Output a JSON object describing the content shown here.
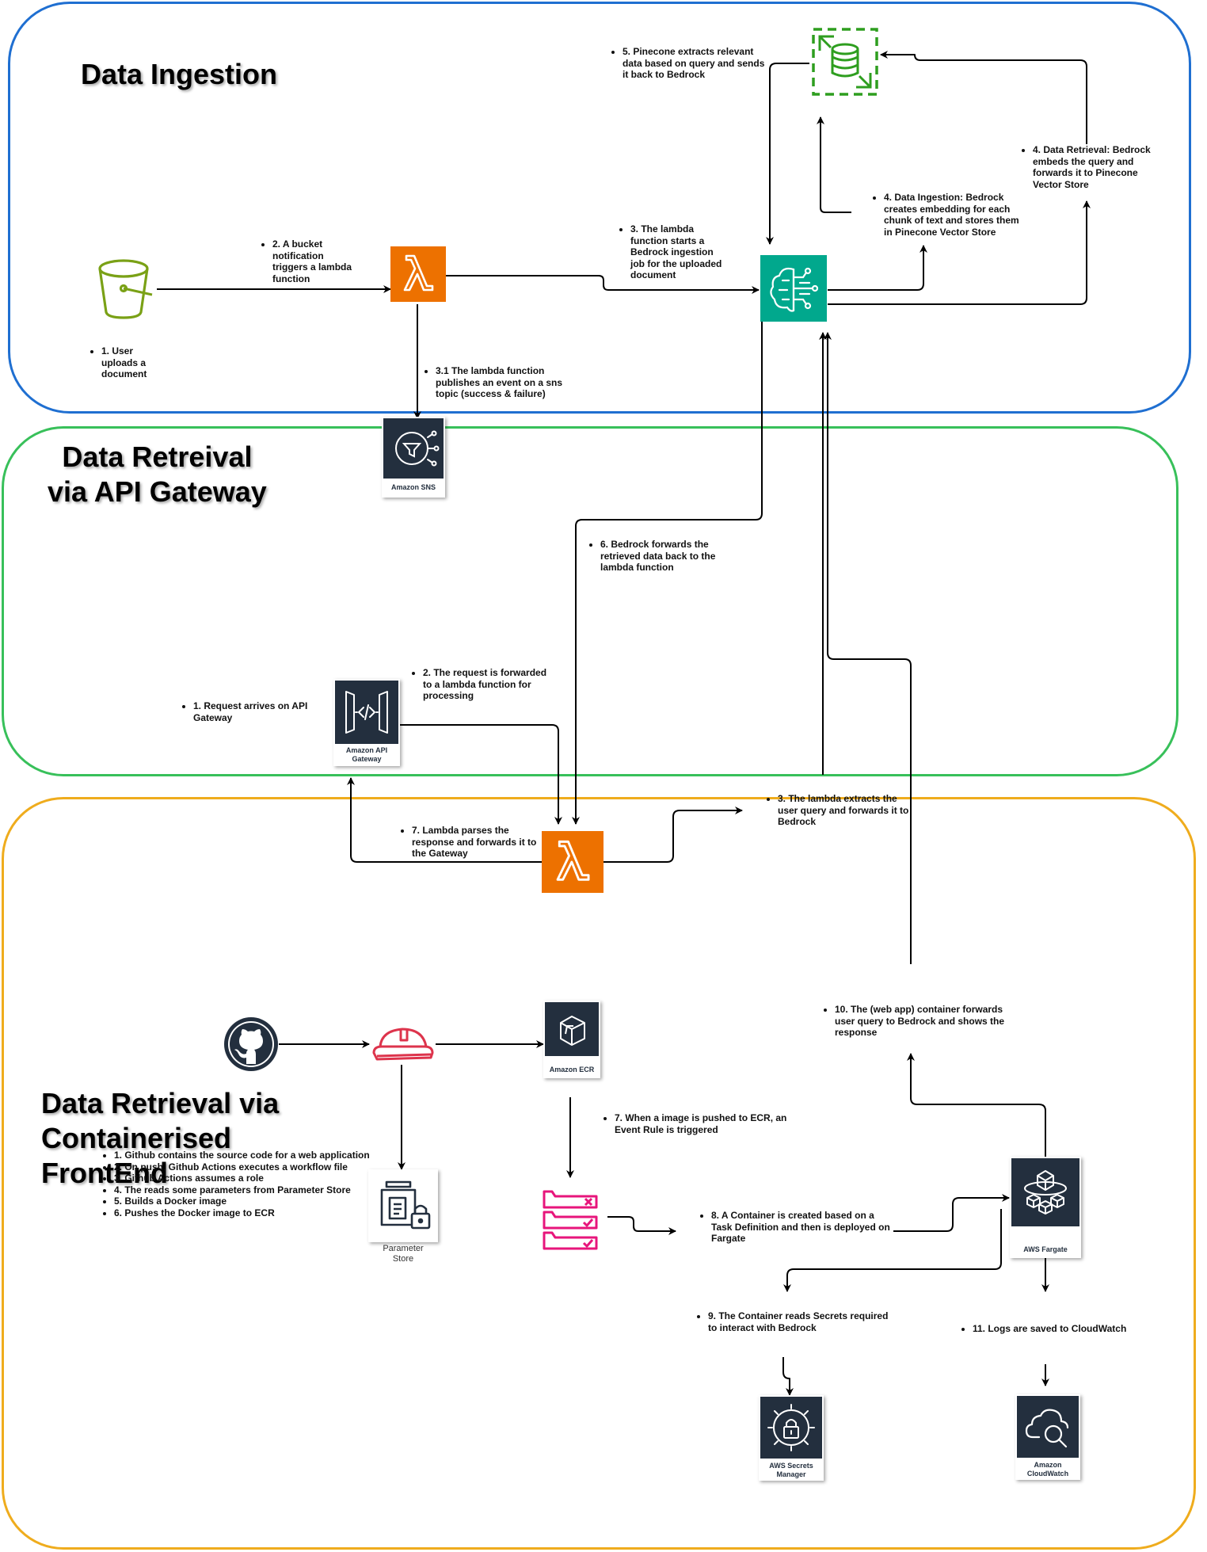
{
  "colors": {
    "ingestion_border": "#1f6fd1",
    "retrieval_border": "#38c05a",
    "frontend_border": "#efac1d",
    "lambda_orange": "#ed7100",
    "bedrock_teal": "#01a88d",
    "pinecone_green": "#2e9e1f",
    "s3_green": "#7aa116",
    "pink": "#e7157b",
    "aws_dark": "#232f3e",
    "helmet_red": "#dd344c"
  },
  "sections": {
    "ingestion": {
      "title": "Data Ingestion"
    },
    "api": {
      "title": "Data Retreival\nvia API Gateway"
    },
    "frontend": {
      "title": "Data Retrieval via\nContainerised\nFrontEnd"
    }
  },
  "icons": {
    "s3": "bucket-icon",
    "lambda": "lambda-icon",
    "bedrock": "brain-chip-icon",
    "pinecone": "database-icon",
    "sns": "sns-icon",
    "api_gateway": "api-gateway-icon",
    "github": "github-icon",
    "actions": "hard-hat-icon",
    "ecr": "ecr-icon",
    "param_store": "parameter-store-icon",
    "eventbridge": "event-rule-icon",
    "fargate": "fargate-icon",
    "secrets": "secrets-manager-icon",
    "cloudwatch": "cloudwatch-icon"
  },
  "labels": {
    "sns": "Amazon SNS",
    "api_gateway": "Amazon API\nGateway",
    "ecr": "Amazon ECR",
    "param_store": "Parameter\nStore",
    "fargate": "AWS Fargate",
    "secrets": "AWS Secrets\nManager",
    "cloudwatch": "Amazon\nCloudWatch"
  },
  "notes": {
    "ing_1": "1. User uploads a document",
    "ing_2": "2. A bucket notification triggers a lambda function",
    "ing_3": "3. The lambda function starts a Bedrock ingestion job for the uploaded document",
    "ing_31": "3.1 The lambda function publishes an event on a sns topic (success & failure)",
    "ing_4a": "4. Data Ingestion: Bedrock creates  embedding for each chunk of text and stores them in Pinecone Vector Store",
    "ing_4b": "4. Data Retrieval: Bedrock embeds the query and forwards it to Pinecone Vector Store",
    "ing_5": "5. Pinecone extracts relevant data based on query and sends it back to Bedrock",
    "api_6": "6. Bedrock forwards the retrieved data back to the lambda function",
    "api_1": "1. Request arrives on API Gateway",
    "api_2": "2. The request is forwarded to a lambda function for processing",
    "api_3": "3. The lambda extracts the user query and forwards it to Bedrock",
    "api_7": "7. Lambda parses the response and forwards it to the Gateway",
    "fe_10": "10. The (web app) container forwards user query to Bedrock and shows the response",
    "fe_7": "7. When a image is pushed to ECR, an Event Rule is triggered",
    "fe_8": "8. A Container is created based on a Task Definition and then is deployed on Fargate",
    "fe_9": "9. The Container reads Secrets required to interact with Bedrock",
    "fe_11": "11. Logs are saved to CloudWatch",
    "fe_list": [
      "1. Github contains the source code for a web application",
      "2. On push, Github Actions executes a workflow file",
      "3. Github Actions assumes a role",
      "4. The reads some parameters from Parameter Store",
      "5. Builds a Docker image",
      "6. Pushes the Docker image to ECR"
    ]
  }
}
